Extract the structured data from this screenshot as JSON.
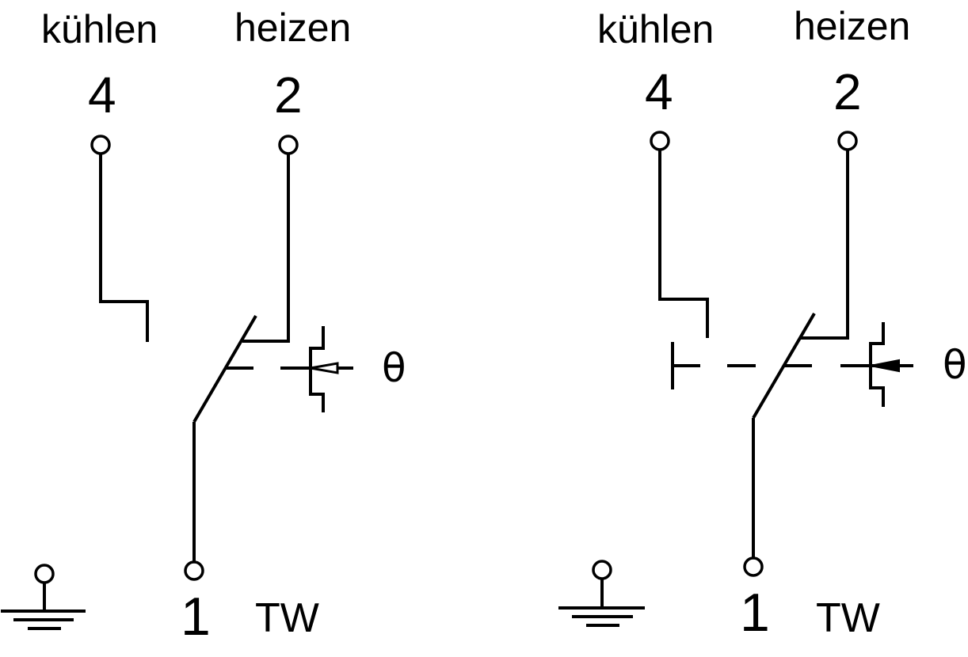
{
  "diagrams": [
    {
      "label_cool": "kühlen",
      "label_heat": "heizen",
      "terminal_cool": "4",
      "terminal_heat": "2",
      "terminal_common": "1",
      "device": "TW",
      "temperature_symbol": "θ"
    },
    {
      "label_cool": "kühlen",
      "label_heat": "heizen",
      "terminal_cool": "4",
      "terminal_heat": "2",
      "terminal_common": "1",
      "device": "TW",
      "temperature_symbol": "θ"
    }
  ]
}
